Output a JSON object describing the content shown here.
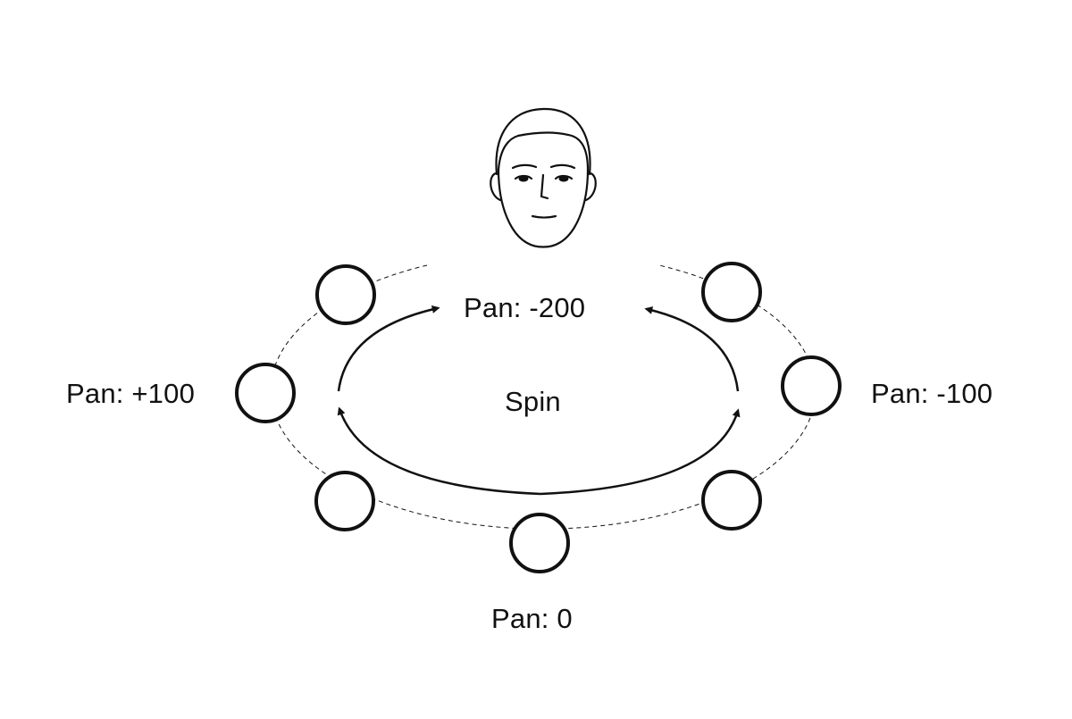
{
  "diagram": {
    "labels": {
      "top": "Pan: -200",
      "left": "Pan: +100",
      "right": "Pan: -100",
      "bottom": "Pan: 0",
      "center": "Spin"
    },
    "speakers": [
      "front-left",
      "left",
      "rear-left",
      "rear-center",
      "rear-right",
      "right",
      "front-right"
    ],
    "colors": {
      "stroke": "#111111",
      "background": "#ffffff"
    }
  }
}
